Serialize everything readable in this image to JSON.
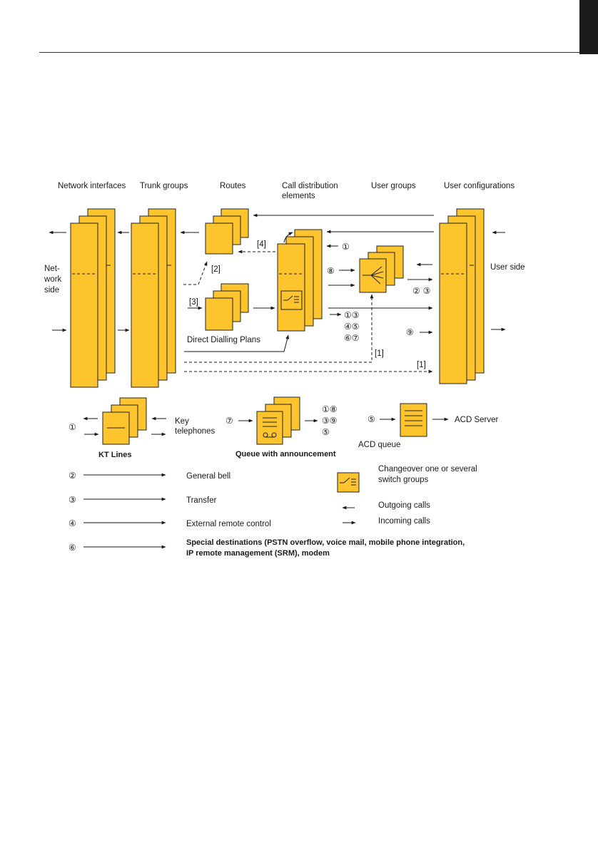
{
  "headers": {
    "network_interfaces": "Network interfaces",
    "trunk_groups": "Trunk groups",
    "routes": "Routes",
    "call_distribution_1": "Call distribution",
    "call_distribution_2": "elements",
    "user_groups": "User groups",
    "user_configurations": "User configurations"
  },
  "side_labels": {
    "network_1": "Net-",
    "network_2": "work",
    "network_3": "side",
    "user_side": "User side"
  },
  "diagram_labels": {
    "direct_dialling_plans": "Direct Dialling Plans",
    "ref_2": "[2]",
    "ref_3": "[3]",
    "ref_4": "[4]",
    "ref_1a": "[1]",
    "ref_1b": "[1]"
  },
  "circled": {
    "c1": "①",
    "c2": "②",
    "c3": "③",
    "c4": "④",
    "c5": "⑤",
    "c6": "⑥",
    "c7": "⑦",
    "c8": "⑧",
    "c9": "⑨",
    "g23": "② ③",
    "r13": "①③",
    "r45": "④⑤",
    "r67": "⑥⑦",
    "q18": "①⑧",
    "q39": "③⑨"
  },
  "components": {
    "kt_lines": "KT Lines",
    "key_1": "Key",
    "key_2": "telephones",
    "queue_announcement": "Queue with announcement",
    "acd_queue": "ACD queue",
    "acd_server": "ACD Server"
  },
  "legend": {
    "general_bell": "General bell",
    "transfer": "Transfer",
    "external_remote": "External remote control",
    "special_1": "Special destinations (PSTN overflow, voice mail, mobile phone integration,",
    "special_2": "IP remote management (SRM), modem",
    "changeover_1": "Changeover one or several",
    "changeover_2": "switch groups",
    "outgoing": "Outgoing calls",
    "incoming": "Incoming calls"
  },
  "colors": {
    "panel_fill": "#fdc42d",
    "panel_stroke": "#222222",
    "line": "#1a1a1a"
  }
}
